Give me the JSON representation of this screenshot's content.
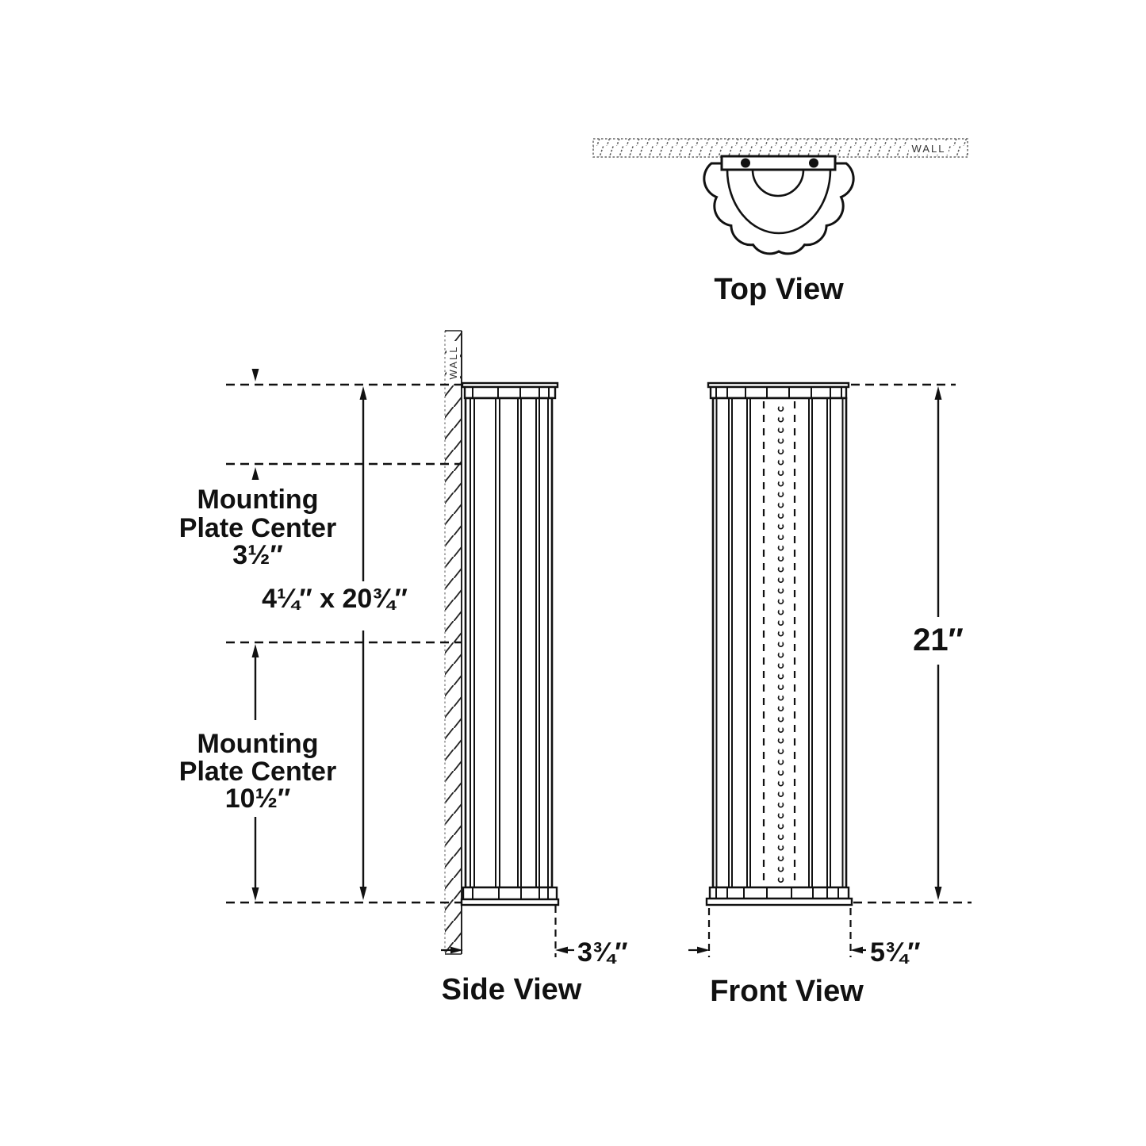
{
  "views": {
    "top": {
      "label": "Top View",
      "wall": "WALL"
    },
    "side": {
      "label": "Side View",
      "wall": "WALL"
    },
    "front": {
      "label": "Front View"
    }
  },
  "dims": {
    "mount_top": {
      "l1": "Mounting",
      "l2": "Plate Center",
      "v": "3½″"
    },
    "plate_size": "4¼″ x 20¾″",
    "mount_bottom": {
      "l1": "Mounting",
      "l2": "Plate Center",
      "v": "10½″"
    },
    "overall_height": "21″",
    "side_depth": "3¾″",
    "front_width": "5¾″"
  },
  "colors": {
    "ink": "#111111",
    "background": "#ffffff"
  }
}
